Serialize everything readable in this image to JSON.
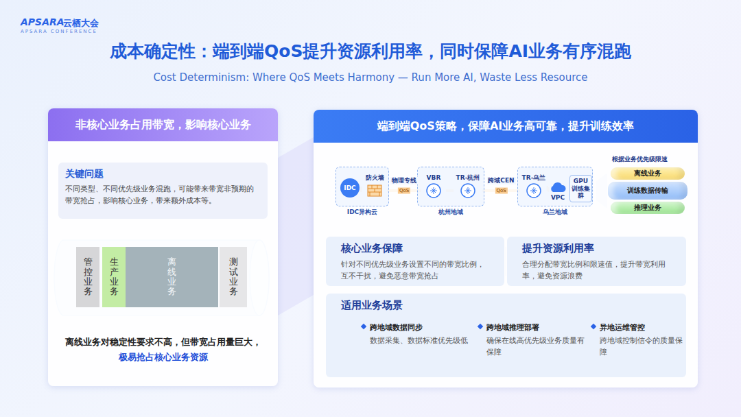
{
  "diagram": {
    "title": "成本确定性：端到端QoS提升资源利用率，同时保障AI业务有序混跑",
    "nodes": [
      {
        "text": [
          "非核心业务占用带宽，影响核心业务"
        ]
      },
      {
        "text": [
          "关键问题",
          "不同类型、不同优先级业务混跑，可能带来带宽非预期的带宽抢占，影响核心业务，带来额外成本等。"
        ],
        "in": 0
      },
      {
        "text": [
          "管控业务"
        ],
        "in": 0
      },
      {
        "text": [
          "生产业务"
        ],
        "in": 0
      },
      {
        "text": [
          "离线业务"
        ],
        "in": 0
      },
      {
        "text": [
          "测试业务"
        ],
        "in": 0
      },
      {
        "text": [
          "端到端QoS策略，保障AI业务高可靠，提升训练效率"
        ]
      },
      {
        "text": [
          "IDC异构云"
        ],
        "in": 6
      },
      {
        "text": [
          "IDC"
        ],
        "in": 7
      },
      {
        "text": [
          "防火墙"
        ],
        "in": 7
      },
      {
        "text": [
          "杭州地域"
        ],
        "in": 6
      },
      {
        "text": [
          "VBR"
        ],
        "in": 10
      },
      {
        "text": [
          "TR-杭州"
        ],
        "in": 10
      },
      {
        "text": [
          "乌兰地域"
        ],
        "in": 6
      },
      {
        "text": [
          "TR-乌兰"
        ],
        "in": 13
      },
      {
        "text": [
          "VPC"
        ],
        "in": 13
      },
      {
        "text": [
          "GPU训练集群"
        ],
        "in": 13
      },
      {
        "text": [
          "离线业务"
        ],
        "in": 6
      },
      {
        "text": [
          "训练数据传输"
        ],
        "in": 6
      },
      {
        "text": [
          "推理业务"
        ],
        "in": 6
      },
      {
        "text": [
          "核心业务保障",
          "针对不同优先级业务设置不同的带宽比例，互不干扰，避免恶意带宽抢占"
        ],
        "in": 6
      },
      {
        "text": [
          "提升资源利用率",
          "合理分配带宽比例和限速值，提升带宽利用率，避免资源浪费"
        ],
        "in": 6
      },
      {
        "text": [
          "适用业务场景"
        ],
        "in": 6
      },
      {
        "text": [
          "跨地域数据同步",
          "数据采集、数据标准优先级低"
        ],
        "in": 22
      },
      {
        "text": [
          "跨地域推理部署",
          "确保在线高优先级业务质量有保障"
        ],
        "in": 22
      },
      {
        "text": [
          "异地运维管控",
          "跨地域控制信令的质量保障"
        ],
        "in": 22
      }
    ],
    "edges": [
      {
        "from": 8,
        "to": 9,
        "arrow": "none"
      },
      {
        "from": 9,
        "to": 11,
        "label": "物理专线",
        "arrow": "none"
      },
      {
        "from": 11,
        "to": 12,
        "arrow": "none"
      },
      {
        "from": 12,
        "to": 14,
        "label": "跨域CEN",
        "arrow": "none"
      },
      {
        "from": 14,
        "to": 15,
        "arrow": "none"
      }
    ],
    "labels": [
      "APSARA",
      "云栖大会",
      "APSARA CONFERENCE",
      "Cost Determinism: Where QoS Meets Harmony — Run More AI, Waste Less Resource",
      "离线业务对稳定性要求不高，但带宽占用量巨大，",
      "极易抢占核心业务资源",
      "根据业务优先级限速",
      "QoS",
      "QoS"
    ]
  }
}
